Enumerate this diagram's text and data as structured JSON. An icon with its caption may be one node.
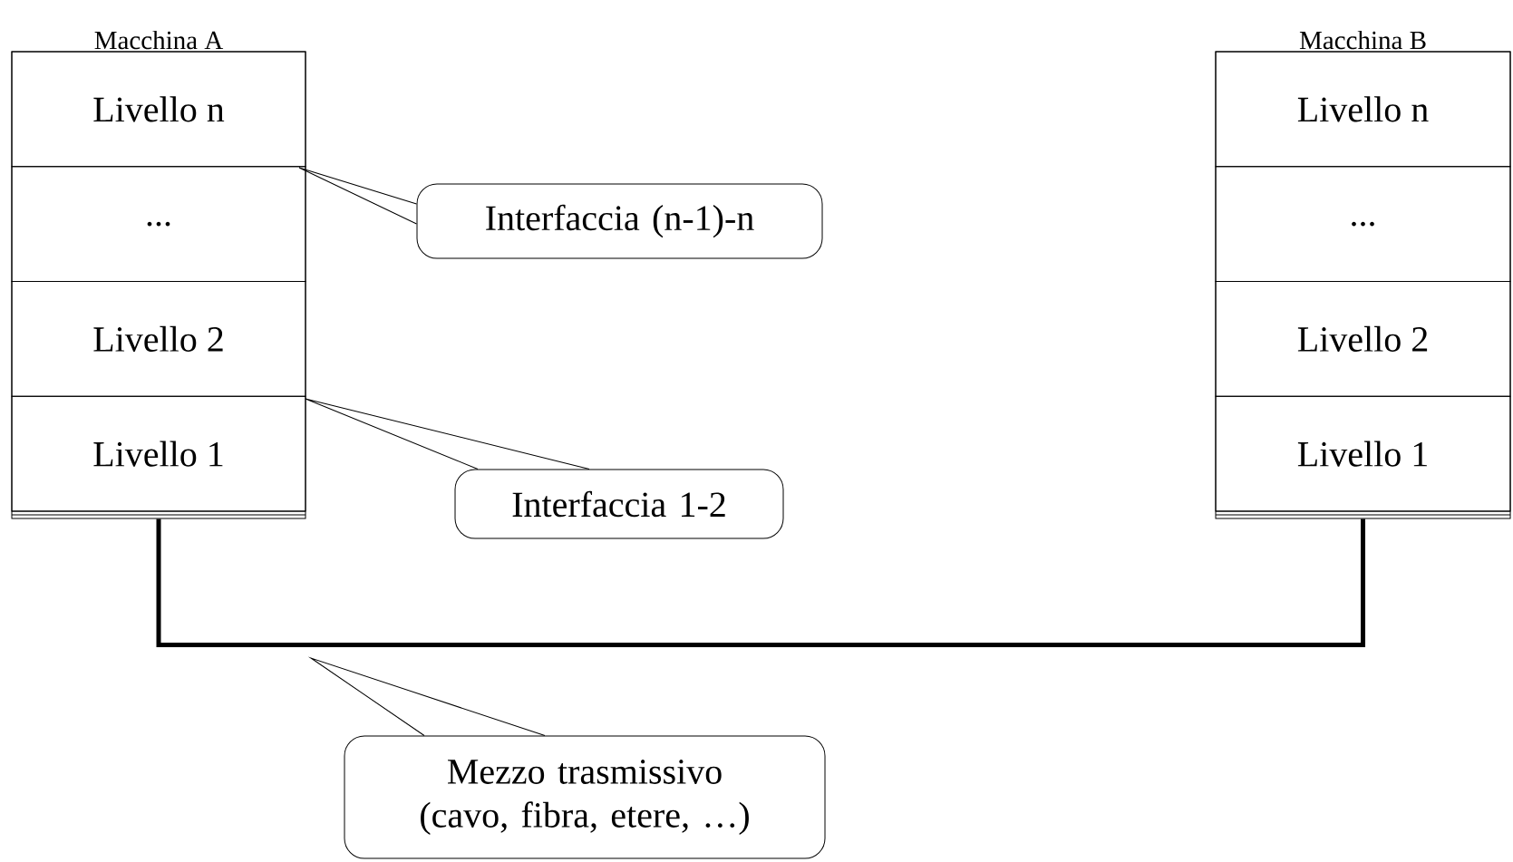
{
  "diagram": {
    "nodes": [
      {
        "text": [
          "Macchina A"
        ]
      },
      {
        "text": [
          "Livello n"
        ],
        "in": 0
      },
      {
        "text": [
          "..."
        ],
        "in": 0
      },
      {
        "text": [
          "Livello 2"
        ],
        "in": 0
      },
      {
        "text": [
          "Livello 1"
        ],
        "in": 0
      },
      {
        "text": [
          "Macchina B"
        ]
      },
      {
        "text": [
          "Livello n"
        ],
        "in": 5
      },
      {
        "text": [
          "..."
        ],
        "in": 5
      },
      {
        "text": [
          "Livello 2"
        ],
        "in": 5
      },
      {
        "text": [
          "Livello 1"
        ],
        "in": 5
      },
      {
        "text": [
          "Interfaccia (n-1)-n"
        ]
      },
      {
        "text": [
          "Interfaccia 1-2"
        ]
      },
      {
        "text": [
          "Mezzo trasmissivo (cavo, fibra, etere, …)"
        ]
      }
    ],
    "edges": [
      {
        "from": 0,
        "to": 5,
        "arrow": "none",
        "style": "thick"
      },
      {
        "from": 10,
        "to": null,
        "arrow": "none"
      },
      {
        "from": 11,
        "to": null,
        "arrow": "none"
      },
      {
        "from": 12,
        "to": null,
        "arrow": "none"
      }
    ]
  }
}
